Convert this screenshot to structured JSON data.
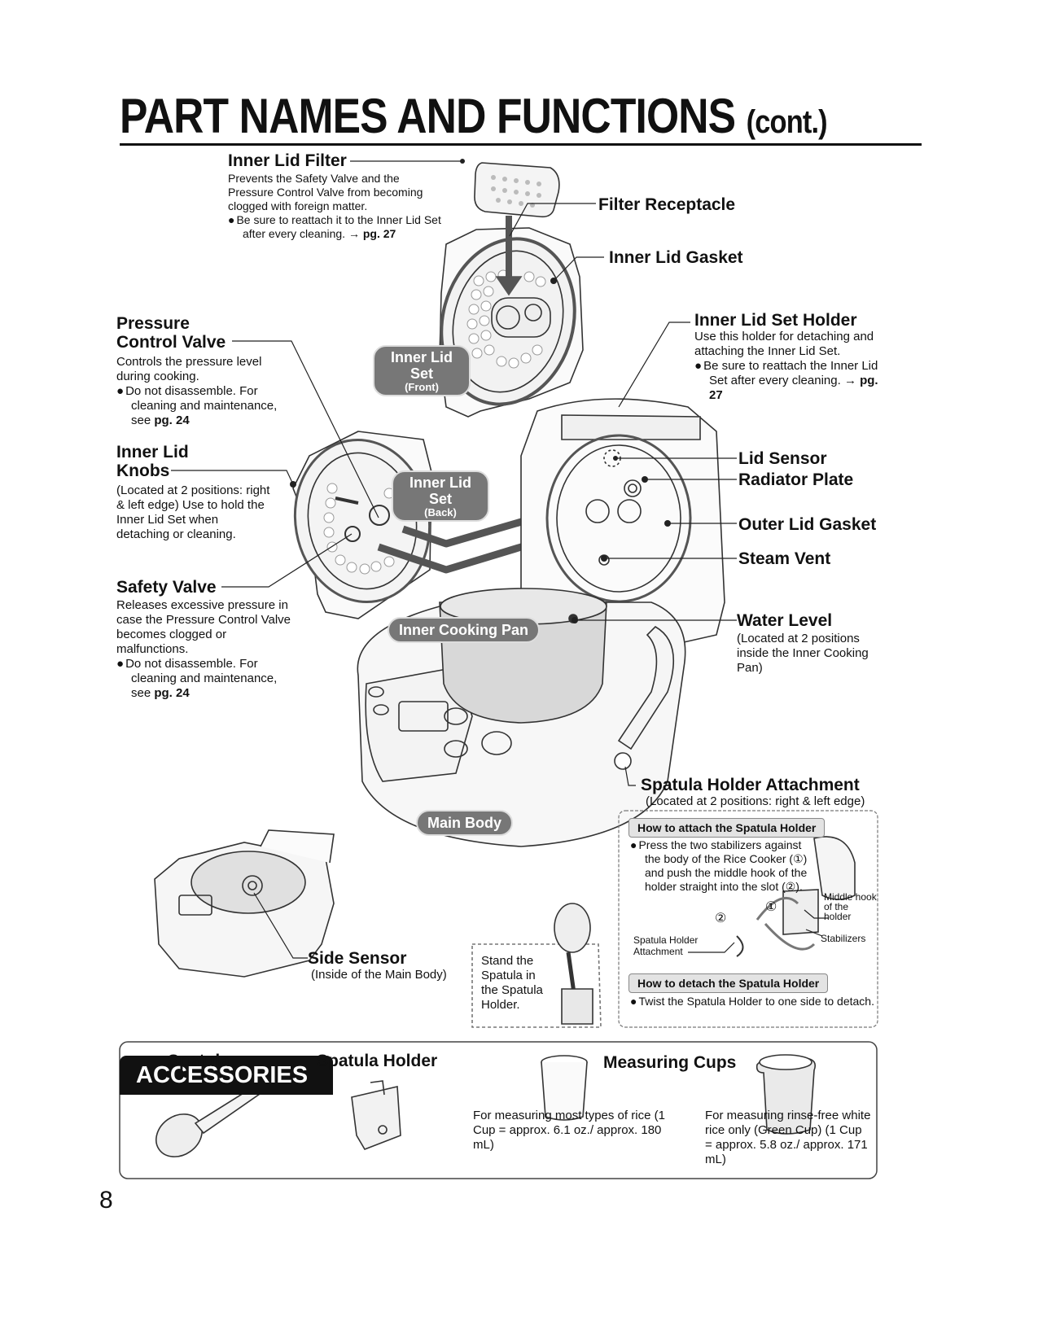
{
  "page": {
    "title": "PART NAMES AND FUNCTIONS",
    "title_suffix": "(cont.)",
    "page_number": "8"
  },
  "labels": {
    "inner_lid_filter": {
      "title": "Inner Lid Filter",
      "desc": "Prevents the Safety Valve and the Pressure Control Valve from becoming clogged with foreign matter.",
      "note": "Be sure to reattach it to the Inner Lid Set after every cleaning.",
      "ref_arrow": "→",
      "ref": "pg. 27"
    },
    "filter_receptacle": {
      "title": "Filter Receptacle"
    },
    "inner_lid_gasket": {
      "title": "Inner Lid Gasket"
    },
    "pressure_control_valve": {
      "title_line1": "Pressure",
      "title_line2": "Control Valve",
      "desc": "Controls the pressure level during cooking.",
      "note": "Do not disassemble. For cleaning and maintenance, see",
      "ref": "pg. 24"
    },
    "inner_lid_set_holder": {
      "title": "Inner Lid Set Holder",
      "desc": "Use this holder for detaching and attaching the Inner Lid Set.",
      "note": "Be sure to reattach the Inner Lid Set after every cleaning.",
      "ref_arrow": "→",
      "ref": "pg. 27"
    },
    "inner_lid_knobs": {
      "title_line1": "Inner Lid",
      "title_line2": "Knobs",
      "desc": "(Located at 2 positions: right & left edge) Use to hold the Inner Lid Set when detaching or cleaning."
    },
    "lid_sensor": {
      "title": "Lid Sensor"
    },
    "radiator_plate": {
      "title": "Radiator Plate"
    },
    "outer_lid_gasket": {
      "title": "Outer Lid Gasket"
    },
    "steam_vent": {
      "title": "Steam Vent"
    },
    "safety_valve": {
      "title": "Safety Valve",
      "desc": "Releases excessive pressure in case the Pressure Control Valve becomes clogged or malfunctions.",
      "note": "Do not disassemble. For cleaning and maintenance, see",
      "ref": "pg. 24"
    },
    "water_level": {
      "title": "Water Level",
      "desc": "(Located at 2 positions inside the Inner Cooking Pan)"
    },
    "spatula_holder_attachment": {
      "title": "Spatula Holder Attachment",
      "desc": "(Located at 2 positions: right & left edge)"
    },
    "side_sensor": {
      "title": "Side Sensor",
      "desc": "(Inside of the Main Body)"
    }
  },
  "pills": {
    "inner_lid_front": {
      "line1": "Inner Lid Set",
      "line2": "(Front)"
    },
    "inner_lid_back": {
      "line1": "Inner Lid Set",
      "line2": "(Back)"
    },
    "inner_cooking_pan": "Inner Cooking Pan",
    "main_body": "Main Body"
  },
  "stand_note": "Stand the Spatula in the Spatula Holder.",
  "spatula_box": {
    "attach_heading": "How to attach the Spatula Holder",
    "attach_text": "Press the two stabilizers against the body of the Rice Cooker (①) and push the middle hook of the holder straight into the slot (②).",
    "marker_1": "①",
    "marker_2": "②",
    "label_attachment": "Spatula Holder Attachment",
    "label_middle_hook": "Middle hook of the holder",
    "label_stabilizers": "Stabilizers",
    "detach_heading": "How to detach the Spatula Holder",
    "detach_text": "Twist the Spatula Holder to one side to detach."
  },
  "accessories": {
    "heading": "ACCESSORIES",
    "spatula": "Spatula",
    "spatula_holder": "Spatula Holder",
    "measuring_cups": "Measuring Cups",
    "cup1_desc": "For measuring most types of rice (1 Cup = approx. 6.1 oz./ approx. 180 mL)",
    "cup2_desc": "For measuring rinse-free white rice only (Green Cup) (1 Cup = approx. 5.8 oz./ approx. 171 mL)"
  }
}
